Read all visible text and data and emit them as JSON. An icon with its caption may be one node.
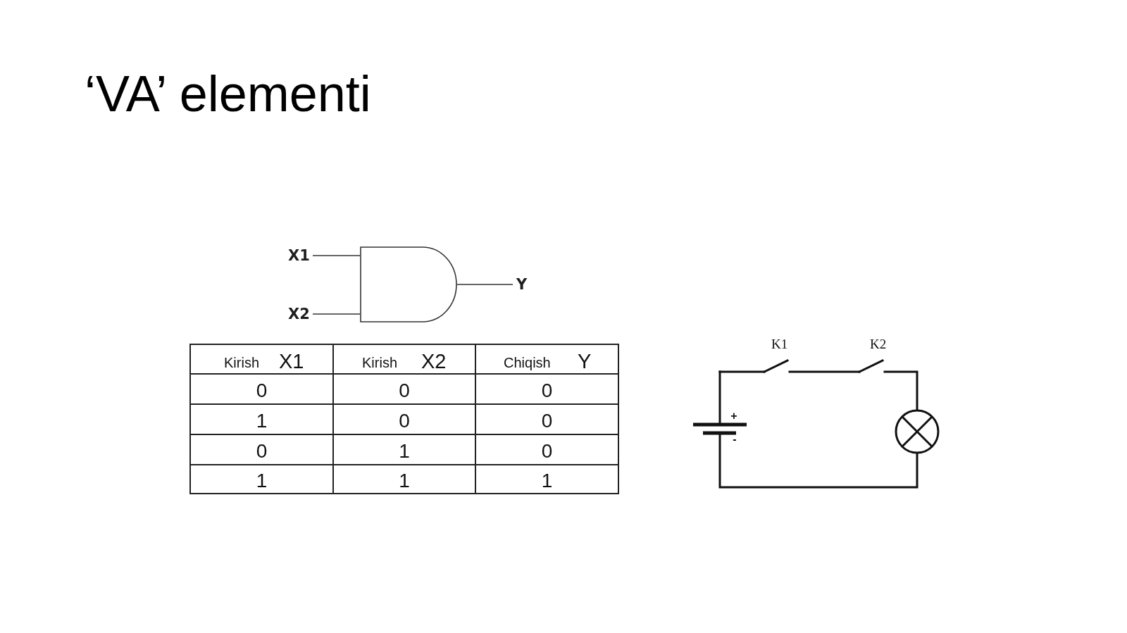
{
  "diagram": {
    "title": "‘VA’ elementi",
    "nodes": [
      {
        "text": [
          "X1"
        ]
      },
      {
        "text": [
          "X2"
        ]
      },
      {
        "text": [],
        "shape": "gate"
      },
      {
        "text": [
          "Y"
        ]
      }
    ],
    "edges": [
      {
        "from": 0,
        "to": 2,
        "arrow": "none"
      },
      {
        "from": 1,
        "to": 2,
        "arrow": "none"
      },
      {
        "from": 2,
        "to": 3,
        "arrow": "none"
      }
    ],
    "labels": [
      "Kirish",
      "X1",
      "Kirish",
      "X2",
      "Chiqish",
      "Y",
      "0",
      "0",
      "0",
      "1",
      "0",
      "0",
      "0",
      "1",
      "0",
      "1",
      "1",
      "1",
      "K1",
      "K2",
      "+",
      "-"
    ]
  }
}
